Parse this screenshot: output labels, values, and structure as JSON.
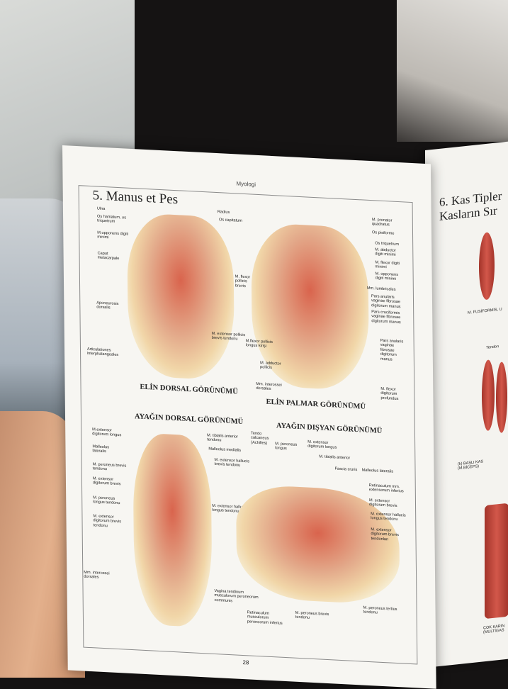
{
  "page_header": "Myologi",
  "title": "5. Manus et Pes",
  "page_number": "28",
  "sections": {
    "hand_dorsal": "ELİN DORSAL GÖRÜNÜMÜ",
    "hand_palmar": "ELİN PALMAR GÖRÜNÜMÜ",
    "foot_dorsal": "AYAĞIN DORSAL GÖRÜNÜMÜ",
    "foot_lateral": "AYAĞIN DIŞYAN GÖRÜNÜMÜ"
  },
  "hand_dorsal_labels": [
    "Ulna",
    "Os hamatum, os triquetrum",
    "M.opponens digiti minimi",
    "Caput metacarpale",
    "Aponeurosis dorsalis",
    "Articulationes interphalangeales",
    "Radius",
    "Os capitatum",
    "M. extensor pollicis brevis tendonu"
  ],
  "hand_palmar_labels": [
    "M. pronator quadratus",
    "Os pisiforme",
    "Os triquetrum",
    "M. abductor digiti minimi",
    "M. flexor digiti minimi",
    "M. opponens digiti minimi",
    "Mm. lumbricales",
    "Pars anularis vaginae fibrosae digitorum manus",
    "Pars cruciformis vaginae fibrosae digitorum manus",
    "Pars anularis vaginae fibrosae digitorum manus",
    "M. flexor digitorum profundus",
    "M. flexor pollicis brevis",
    "M.flexor pollicis longus kirişi",
    "M. adductor pollicis",
    "Mm. interossei dorsales"
  ],
  "foot_dorsal_labels": [
    "M.extensor digitorum longus",
    "Malleolus lateralis",
    "M. peroneus brevis tendonu",
    "M. extensor digitorum brevis",
    "M. peroneus longus tendonu",
    "M. extensor digitorum brevis tendonu",
    "Mm. interossei dorsales",
    "M. tibialis anterior tendonu",
    "Malleolus medialis",
    "M. extensor hallucis brevis tendonu",
    "M. extensor hallucis longus tendonu"
  ],
  "foot_lateral_labels": [
    "Tendo calcaneus (Achilles)",
    "M. peroneus longus",
    "M. extensor digitorum longus",
    "M. tibialis anterior",
    "Fascia cruris",
    "Malleolus lateralis",
    "Retinaculum mm. extensorum inferius",
    "M. extensor digitorum brevis",
    "M. extensor hallucis longus tendonu",
    "M. extensor digitorum brevis tendonları",
    "Vagina tendinum musculorum peroneorum communis",
    "Retinaculum musculorum peroneorum inferius",
    "M. peroneus brevis tendonu",
    "M. peroneus tertius tendonu"
  ],
  "next_page": {
    "title": "6. Kas Tipler\nKasların Sır",
    "labels": [
      "M. FUSİFORMİS, U",
      "Tendon",
      "(k) BAŞLI KAS (M.BİCEPS)",
      "ÇOK KARIN (MULTİGAS"
    ]
  }
}
